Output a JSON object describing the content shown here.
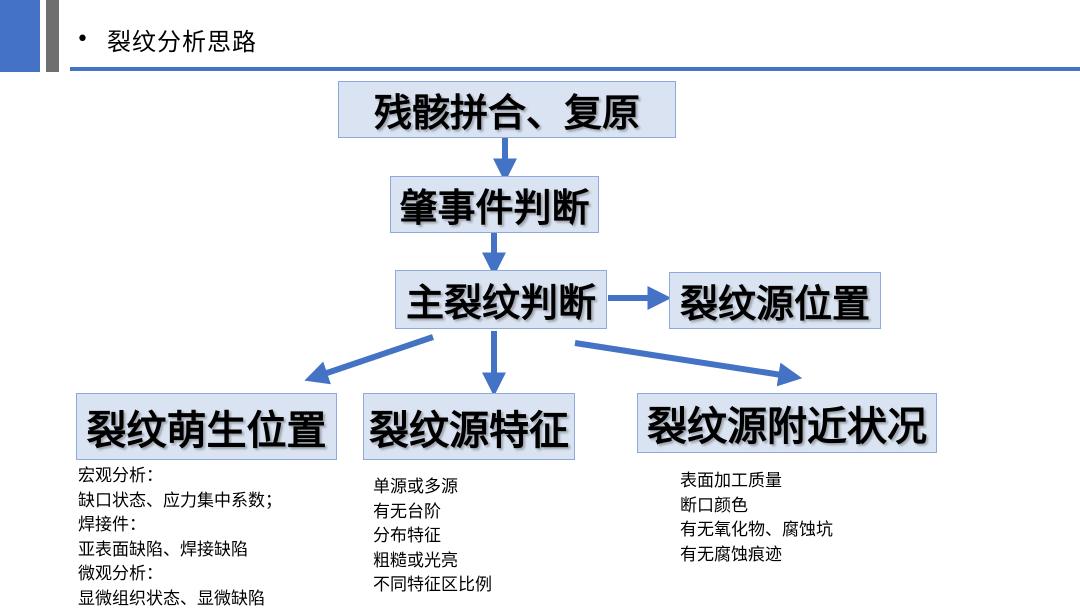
{
  "header": {
    "bullet": "•",
    "title": "裂纹分析思路"
  },
  "colors": {
    "accent": "#4472c4",
    "box_fill": "#dae3f1",
    "box_border": "#8eaadb",
    "side_bar_gray": "#6f6f6f"
  },
  "flow": {
    "wreckage": "残骸拼合、复原",
    "incident": "肇事件判断",
    "main_crack": "主裂纹判断",
    "crack_source_location": "裂纹源位置",
    "initiation_location": "裂纹萌生位置",
    "source_features": "裂纹源特征",
    "near_source_conditions": "裂纹源附近状况"
  },
  "notes": {
    "initiation": [
      "宏观分析：",
      "缺口状态、应力集中系数；",
      "焊接件：",
      "亚表面缺陷、焊接缺陷",
      "微观分析：",
      "显微组织状态、显微缺陷"
    ],
    "features": [
      "单源或多源",
      "有无台阶",
      "分布特征",
      "粗糙或光亮",
      "不同特征区比例"
    ],
    "nearby": [
      "表面加工质量",
      "断口颜色",
      "有无氧化物、腐蚀坑",
      "有无腐蚀痕迹"
    ]
  }
}
